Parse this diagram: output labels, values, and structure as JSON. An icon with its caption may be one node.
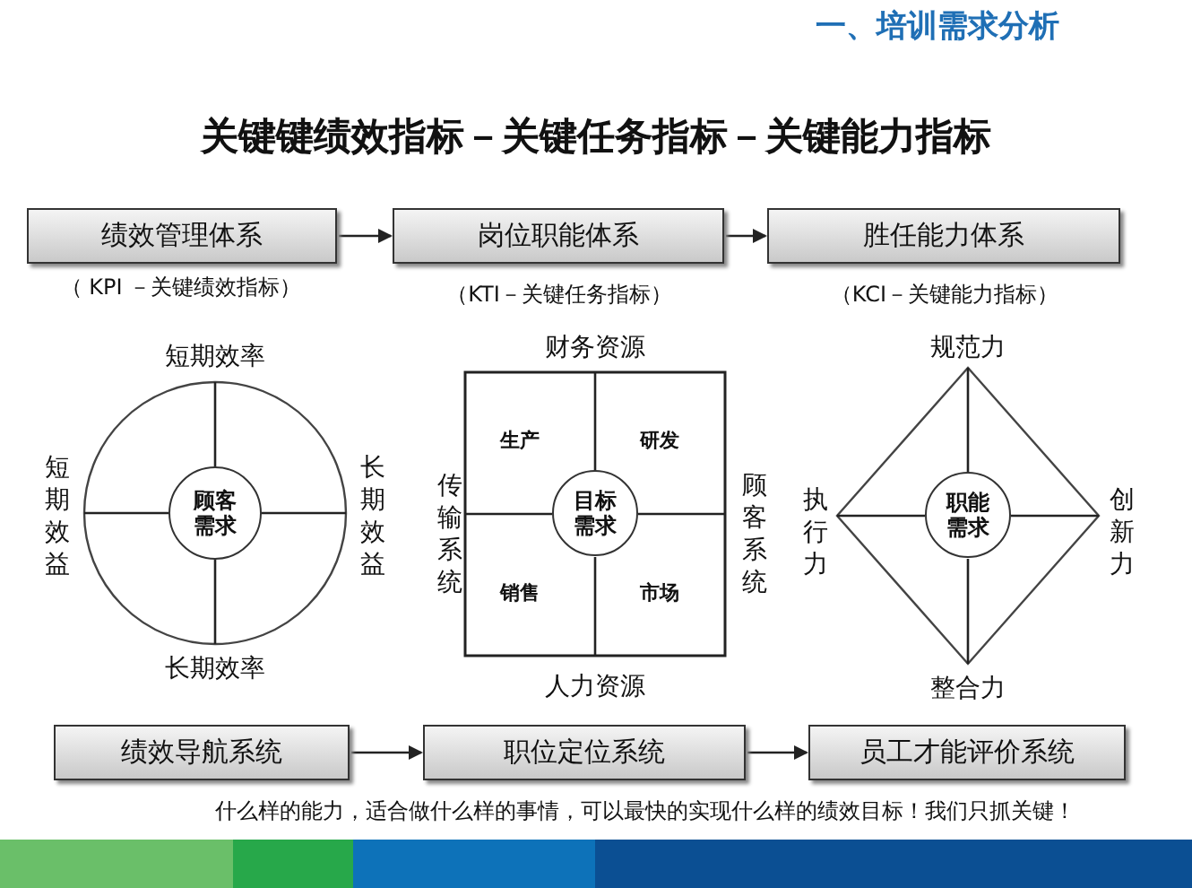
{
  "diagram": {
    "title": "关键键绩效指标－关键任务指标－关键能力指标",
    "caption": "什么样的能力，适合做什么样的事情，可以最快的实现什么样的绩效目标！我们只抓关键！",
    "nodes": [
      {
        "text": [
          "绩效管理体系"
        ],
        "beside": [
          "（ KPI －关键绩效指标）"
        ]
      },
      {
        "text": [
          "岗位职能体系"
        ],
        "beside": [
          "（KTI－关键任务指标）"
        ]
      },
      {
        "text": [
          "胜任能力体系"
        ],
        "beside": [
          "（KCI－关键能力指标）"
        ]
      },
      {
        "text": [],
        "shape": "circle"
      },
      {
        "text": [
          "顾客需求"
        ],
        "in": 3
      },
      {
        "text": [],
        "shape": "box"
      },
      {
        "text": [
          "目标需求"
        ],
        "in": 5
      },
      {
        "text": [],
        "shape": "diamond"
      },
      {
        "text": [
          "职能需求"
        ],
        "in": 7
      },
      {
        "text": [
          "绩效导航系统"
        ]
      },
      {
        "text": [
          "职位定位系统"
        ]
      },
      {
        "text": [
          "员工才能评价系统"
        ]
      }
    ],
    "edges": [
      {
        "from": 0,
        "to": 1,
        "arrow": "to"
      },
      {
        "from": 1,
        "to": 2,
        "arrow": "to"
      },
      {
        "from": 9,
        "to": 10,
        "arrow": "to"
      },
      {
        "from": 10,
        "to": 11,
        "arrow": "to"
      }
    ],
    "labels": [
      "一、培训需求分析",
      "短期效率",
      "短期效益",
      "长期效益",
      "长期效率",
      "财务资源",
      "生产",
      "研发",
      "销售",
      "市场",
      "传输系统",
      "顾客系统",
      "人力资源",
      "规范力",
      "执行力",
      "创新力",
      "整合力"
    ]
  }
}
